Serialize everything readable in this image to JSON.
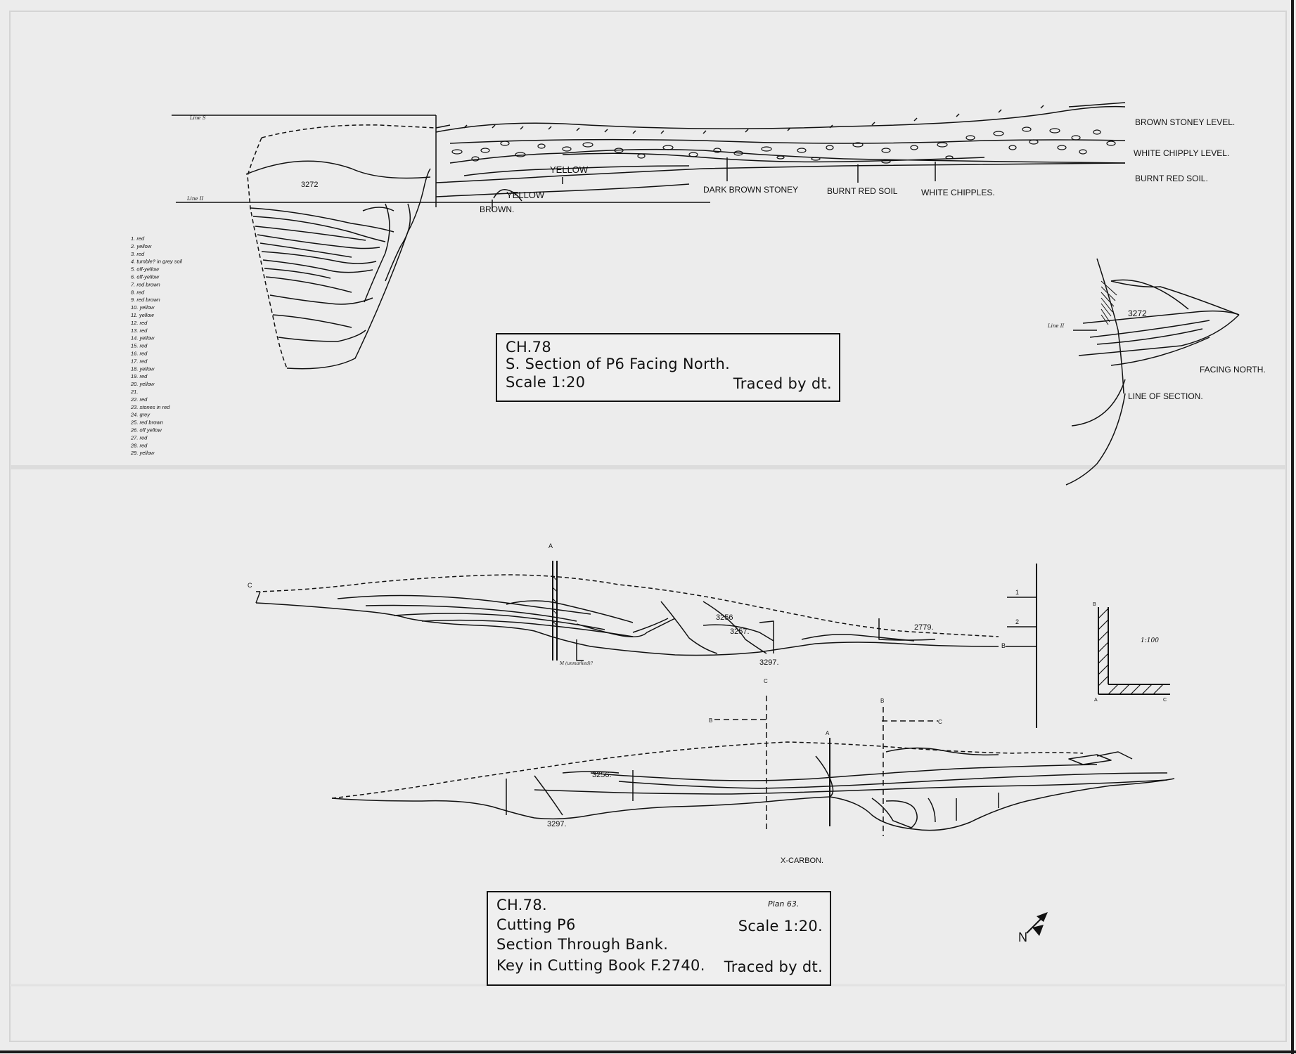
{
  "top_section": {
    "labels": {
      "line_s": "Line S",
      "line_ii": "Line II",
      "context_3272": "3272",
      "yellow_1": "YELLOW",
      "yellow_2": "YELLOW",
      "brown": "BROWN.",
      "dark_brown_stoney": "DARK BROWN STONEY",
      "burnt_red_soil": "BURNT RED SOIL",
      "white_chipples": "WHITE CHIPPLES.",
      "brown_stoney_level": "BROWN STONEY LEVEL.",
      "white_chipply_level": "WHITE CHIPPLY LEVEL.",
      "burnt_red_soil_right": "BURNT RED SOIL."
    },
    "key": [
      "1. red",
      "2. yellow",
      "3. red",
      "4. tumble? in grey soil",
      "5. off-yellow",
      "6. off-yellow",
      "7. red brown",
      "8. red",
      "9. red brown",
      "10. yellow",
      "11. yellow",
      "12. red",
      "13. red",
      "14. yellow",
      "15. red",
      "16. red",
      "17. red",
      "18. yellow",
      "19. red",
      "20. yellow",
      "21.",
      "22. red",
      "23. stones in red",
      "24. grey",
      "25. red brown",
      "26. off yellow",
      "27. red",
      "28. red",
      "29. yellow"
    ],
    "inset": {
      "context": "3272",
      "line_ii": "Line II",
      "facing_north": "FACING NORTH.",
      "line_of_section": "LINE OF SECTION."
    },
    "title_box": {
      "line1": "CH.78",
      "line2": "S. Section of P6 Facing North.",
      "line3": "Scale 1:20",
      "traced": "Traced by dt."
    }
  },
  "bottom_section": {
    "upper_profile": {
      "label_a": "A",
      "label_b": "B",
      "label_c": "C",
      "ctx_3256": "3256",
      "ctx_3257": "3257.",
      "ctx_3297": "3297.",
      "ctx_2779": "2779.",
      "scale_1": "1",
      "scale_2": "2",
      "note": "M (unmarked)?"
    },
    "lower_profile": {
      "ctx_3256": "3256.",
      "ctx_3297": "3297.",
      "x_carbon": "X-CARBON."
    },
    "corner_key": {
      "scale": "1:100",
      "a": "A",
      "b": "B",
      "c": "C"
    },
    "title_box": {
      "line1": "CH.78.",
      "line2": "Cutting P6",
      "line3": "Section Through Bank.",
      "line4": "Key in Cutting Book F.2740.",
      "plan": "Plan 63.",
      "scale": "Scale 1:20.",
      "traced": "Traced by dt."
    },
    "north_arrow": "N"
  },
  "colors": {
    "paper": "#ececec",
    "ink": "#111111"
  }
}
